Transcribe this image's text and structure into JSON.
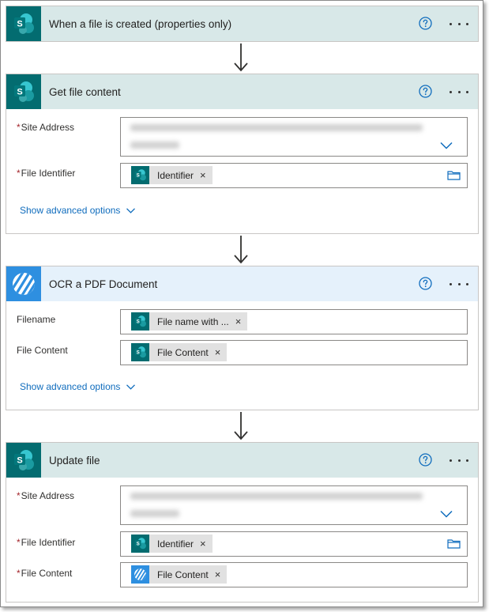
{
  "steps": [
    {
      "title": "When a file is created (properties only)",
      "icon": "sharepoint-icon"
    },
    {
      "title": "Get file content",
      "icon": "sharepoint-icon",
      "fields": {
        "site_address_label": "Site Address",
        "file_identifier_label": "File Identifier",
        "file_identifier_token": "Identifier"
      },
      "advanced_label": "Show advanced options"
    },
    {
      "title": "OCR a PDF Document",
      "icon": "ocr-icon",
      "fields": {
        "filename_label": "Filename",
        "filename_token": "File name with ...",
        "file_content_label": "File Content",
        "file_content_token": "File Content"
      },
      "advanced_label": "Show advanced options"
    },
    {
      "title": "Update file",
      "icon": "sharepoint-icon",
      "fields": {
        "site_address_label": "Site Address",
        "file_identifier_label": "File Identifier",
        "file_identifier_token": "Identifier",
        "file_content_label": "File Content",
        "file_content_token": "File Content"
      }
    }
  ],
  "required_marker": "*",
  "remove_glyph": "×",
  "colors": {
    "sharepoint": "#036c70",
    "sharepoint_header": "#d8e8e8",
    "ocr": "#2e8fe0",
    "ocr_header": "#e5f1fb",
    "link": "#0f6cbd",
    "required": "#a4262c"
  }
}
